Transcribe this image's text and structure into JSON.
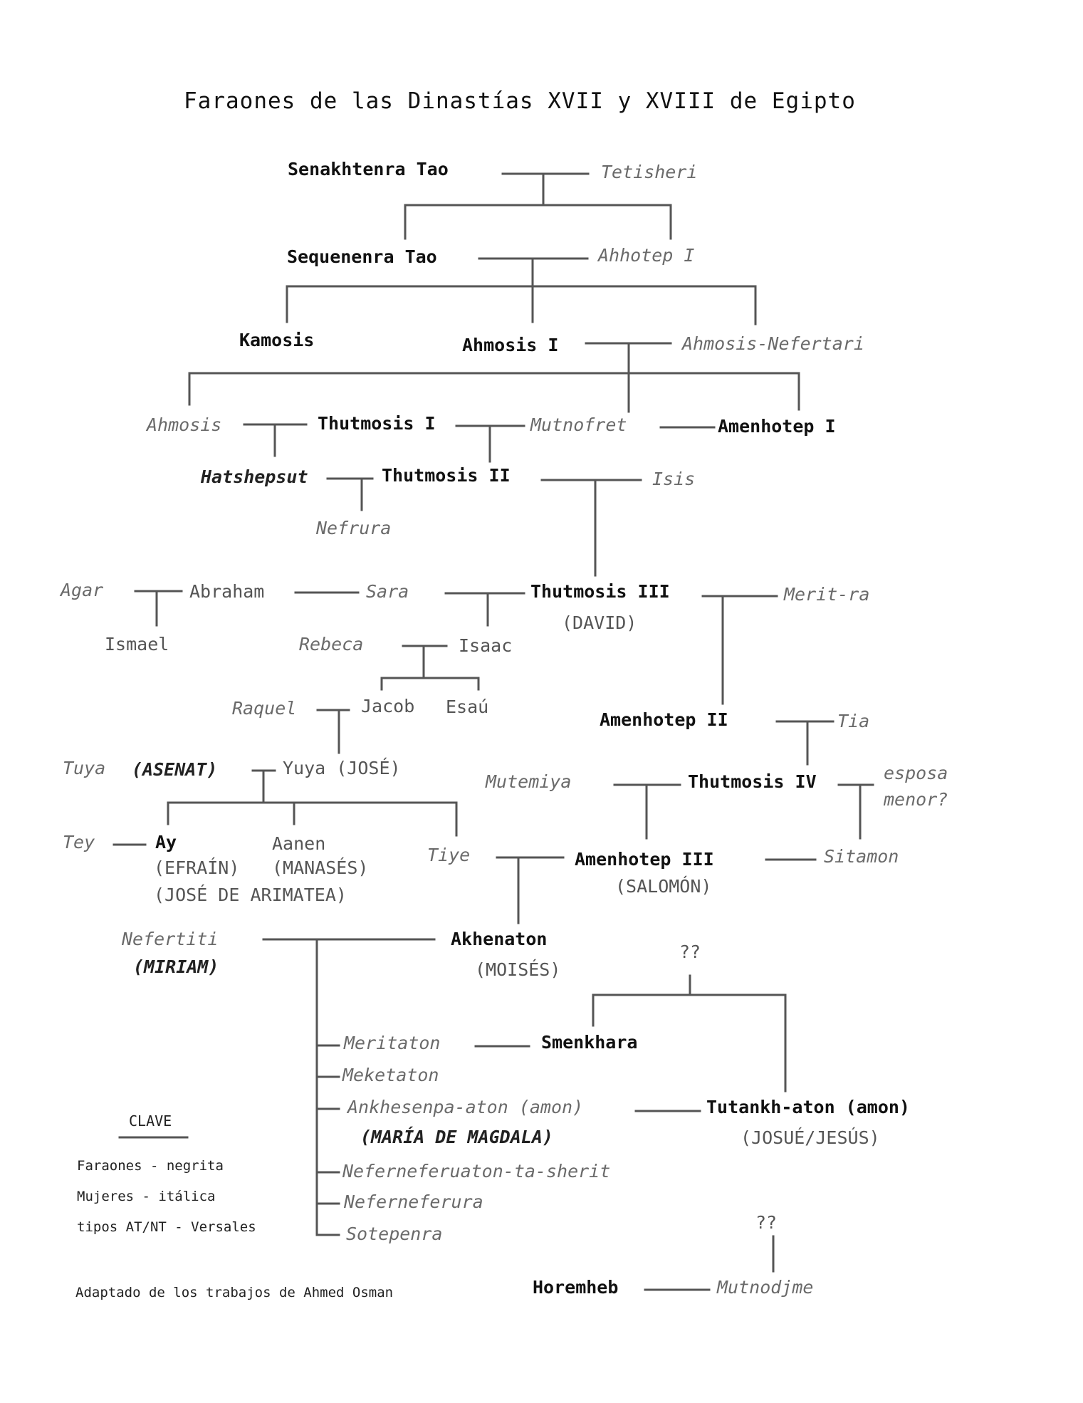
{
  "title": "Faraones de las Dinastías XVII y XVIII de Egipto",
  "people": {
    "senakhtenra": "Senakhtenra Tao",
    "tetisheri": "Tetisheri",
    "sequenenra": "Sequenenra Tao",
    "ahhotep": "Ahhotep I",
    "kamosis": "Kamosis",
    "ahmosis1": "Ahmosis I",
    "ahmosis_nefertari": "Ahmosis-Nefertari",
    "ahmosis": "Ahmosis",
    "thutmosis1": "Thutmosis I",
    "mutnofret": "Mutnofret",
    "amenhotep1": "Amenhotep I",
    "hatshepsut": "Hatshepsut",
    "thutmosis2": "Thutmosis II",
    "isis": "Isis",
    "nefrura": "Nefrura",
    "agar": "Agar",
    "abraham": "Abraham",
    "sara": "Sara",
    "thutmosis3": "Thutmosis III",
    "david": "(DAVID)",
    "merit_ra": "Merit-ra",
    "ismael": "Ismael",
    "rebeca": "Rebeca",
    "isaac": "Isaac",
    "raquel": "Raquel",
    "jacob": "Jacob",
    "esau": "Esaú",
    "amenhotep2": "Amenhotep II",
    "tia": "Tia",
    "tuya": "Tuya",
    "asenat": "(ASENAT)",
    "yuya": "Yuya (JOSÉ)",
    "mutemiya": "Mutemiya",
    "thutmosis4": "Thutmosis IV",
    "esposa": "esposa",
    "menor": "menor?",
    "tey": "Tey",
    "ay": "Ay",
    "efrain": "(EFRAÍN)",
    "jose_arimatea": "(JOSÉ DE ARIMATEA)",
    "aanen": "Aanen",
    "manases": "(MANASÉS)",
    "tiye": "Tiye",
    "amenhotep3": "Amenhotep III",
    "salomon": "(SALOMÓN)",
    "sitamon": "Sitamon",
    "nefertiti": "Nefertiti",
    "miriam": "(MIRIAM)",
    "akhenaton": "Akhenaton",
    "moises": "(MOISÉS)",
    "qq1": "??",
    "meritaton": "Meritaton",
    "smenkhara": "Smenkhara",
    "meketaton": "Meketaton",
    "ankhesenpaaton": "Ankhesenpa-aton (amon)",
    "maria_magdala": "(MARÍA DE MAGDALA)",
    "tutankhaton": "Tutankh-aton (amon)",
    "josue_jesus": "(JOSUÉ/JESÚS)",
    "neferneferuaton": "Neferneferuaton-ta-sherit",
    "neferneferura": "Neferneferura",
    "sotepenra": "Sotepenra",
    "qq2": "??",
    "horemheb": "Horemheb",
    "mutnodjme": "Mutnodjme"
  },
  "legend": {
    "clave": "CLAVE",
    "faraones": "Faraones - negrita",
    "mujeres": "Mujeres - itálica",
    "tipos": "tipos AT/NT - Versales"
  },
  "credit": "Adaptado de los trabajos de Ahmed Osman",
  "colors": {
    "line": "#555555",
    "pharaoh": "#111111",
    "woman": "#6a6a6a",
    "text": "#2a2a2a"
  }
}
